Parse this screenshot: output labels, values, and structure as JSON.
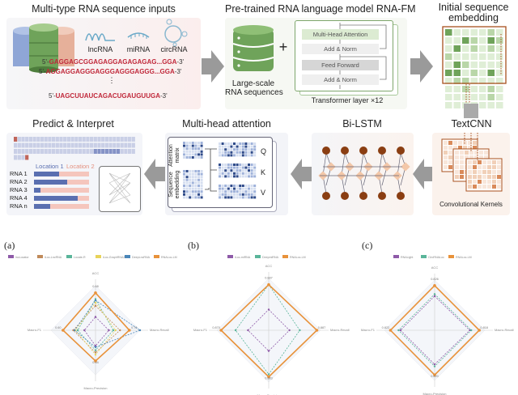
{
  "top": {
    "inputs": {
      "title": "Multi-type RNA sequence inputs",
      "rna_types": [
        "lncRNA",
        "miRNA",
        "circRNA"
      ],
      "sequences": [
        {
          "prefix": "5'-",
          "body": "GAGGAGCGGAGAGGAGAGAGAG...GGA",
          "suffix": "-3'"
        },
        {
          "prefix": "5'-",
          "body": "AGGAGGAGGGAGGGAGGGAGGG...GGA",
          "suffix": "-3'"
        },
        {
          "prefix": "5'-",
          "body": "UAGCUUAUCAGACUGAUGUUGA",
          "suffix": "-3'"
        }
      ],
      "ellipsis": "⋮"
    },
    "pretrained": {
      "title": "Pre-trained RNA language model RNA-FM",
      "database_label_1": "Large-scale",
      "database_label_2": "RNA sequences",
      "plus": "+",
      "blocks": [
        "Multi-Head Attention",
        "Add & Norm",
        "Feed Forward",
        "Add & Norm"
      ],
      "caption": "Transformer layer ×12"
    },
    "embedding": {
      "title_1": "Initial sequence",
      "title_2": "embedding"
    }
  },
  "middle": {
    "predict": {
      "title": "Predict & Interpret",
      "legend": [
        "Location 1",
        "Location 2"
      ],
      "rows": [
        {
          "label": "RNA 1",
          "fraction": 0.45
        },
        {
          "label": "RNA 2",
          "fraction": 0.6
        },
        {
          "label": "RNA 3",
          "fraction": 0.12
        },
        {
          "label": "RNA 4",
          "fraction": 0.8
        },
        {
          "label": "RNA n",
          "fraction": 0.3
        }
      ]
    },
    "attention": {
      "title": "Multi-head attention",
      "matrix_label": "Attention matrix",
      "embedding_label": "Sequence embedding",
      "qkv": [
        "Q",
        "K",
        "V"
      ]
    },
    "bilstm": {
      "title": "Bi-LSTM"
    },
    "textcnn": {
      "title": "TextCNN",
      "caption": "Convolutional Kernels"
    }
  },
  "colors": {
    "green": "#6fa35a",
    "orange": "#a8501e",
    "blue": "#5a6fb0",
    "pink": "#f5c6bd",
    "peach": "#f3c7a8",
    "seq_red": "#c0283a"
  },
  "chart_data": [
    {
      "panel_label": "(a)",
      "type": "radar",
      "axes": [
        "ACC",
        "Macro-Recall",
        "Macro-Precision",
        "Macro-F1"
      ],
      "best_value_labels": [
        "0.68",
        "0.70",
        "0.64",
        "0.60"
      ],
      "rmax": 1,
      "series": [
        {
          "name": "lncLocator",
          "color": "#8e5aa8",
          "values": [
            0.3,
            0.3,
            0.35,
            0.25
          ]
        },
        {
          "name": "iLoc-LncRNA",
          "color": "#c08a5a",
          "values": [
            0.55,
            0.55,
            0.5,
            0.5
          ]
        },
        {
          "name": "Locate-R",
          "color": "#5ab59a",
          "values": [
            0.7,
            0.4,
            0.45,
            0.4
          ]
        },
        {
          "name": "iLoc-GraphRNA2.0",
          "color": "#e8d35a",
          "values": [
            0.62,
            0.45,
            0.55,
            0.45
          ]
        },
        {
          "name": "DeepLncRNA",
          "color": "#4a86b8",
          "values": [
            0.67,
            1.0,
            0.38,
            0.47
          ]
        },
        {
          "name": "RNALoc-LM",
          "color": "#e8923a",
          "values": [
            0.84,
            0.76,
            0.69,
            0.73
          ]
        }
      ]
    },
    {
      "panel_label": "(b)",
      "type": "radar",
      "axes": [
        "ACC",
        "Macro-Recall",
        "Macro-Precision",
        "Macro-F1"
      ],
      "best_value_labels": [
        "0.887",
        "0.887",
        "0.883",
        "0.870"
      ],
      "rmax": 1,
      "series": [
        {
          "name": "iLoc-miRNA",
          "color": "#8e5aa8",
          "values": [
            0.4,
            0.4,
            0.4,
            0.4
          ]
        },
        {
          "name": "DeepmiRNA",
          "color": "#5ab59a",
          "values": [
            0.88,
            0.6,
            0.85,
            0.64
          ]
        },
        {
          "name": "RNALoc-LM",
          "color": "#e8923a",
          "values": [
            0.88,
            0.93,
            0.9,
            0.92
          ]
        }
      ]
    },
    {
      "panel_label": "(c)",
      "type": "radar",
      "axes": [
        "ACC",
        "Macro-Recall",
        "Macro-Precision",
        "Macro-F1"
      ],
      "best_value_labels": [
        "0.826",
        "0.818",
        "0.820",
        "0.822"
      ],
      "rmax": 1,
      "series": [
        {
          "name": "RNALight",
          "color": "#8e5aa8",
          "values": [
            0.68,
            0.7,
            0.68,
            0.68
          ]
        },
        {
          "name": "CircRNALoc",
          "color": "#5ab59a",
          "values": [
            0.72,
            0.73,
            0.72,
            0.72
          ]
        },
        {
          "name": "RNALoc-LM",
          "color": "#e8923a",
          "values": [
            0.89,
            0.89,
            0.89,
            0.88
          ]
        }
      ]
    }
  ]
}
